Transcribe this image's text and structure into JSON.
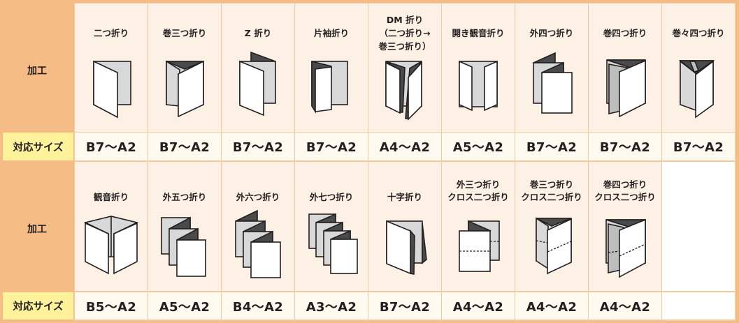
{
  "table": {
    "row_label_process": "加工",
    "row_label_size": "対応サイズ",
    "blocks": [
      {
        "items": [
          {
            "title_lines": [
              "二つ折り"
            ],
            "icon": "two-fold-icon",
            "size": "B7～A2"
          },
          {
            "title_lines": [
              "巻三つ折り"
            ],
            "icon": "roll-tri-fold-icon",
            "size": "B7～A2"
          },
          {
            "title_lines": [
              "Z 折り"
            ],
            "icon": "z-fold-icon",
            "size": "B7～A2"
          },
          {
            "title_lines": [
              "片袖折り"
            ],
            "icon": "single-sleeve-fold-icon",
            "size": "B7～A2"
          },
          {
            "title_lines": [
              "DM 折り",
              "（二つ折り→",
              "巻三つ折り）"
            ],
            "icon": "dm-fold-icon",
            "size": "A4～A2"
          },
          {
            "title_lines": [
              "開き観音折り"
            ],
            "icon": "open-gate-fold-icon",
            "size": "A5～A2"
          },
          {
            "title_lines": [
              "外四つ折り"
            ],
            "icon": "accordion-four-fold-icon",
            "size": "B7～A2"
          },
          {
            "title_lines": [
              "巻四つ折り"
            ],
            "icon": "roll-four-fold-icon",
            "size": "B7～A2"
          },
          {
            "title_lines": [
              "巻々四つ折り"
            ],
            "icon": "double-roll-four-fold-icon",
            "size": "B7～A2"
          }
        ]
      },
      {
        "items": [
          {
            "title_lines": [
              "観音折り"
            ],
            "icon": "gate-fold-icon",
            "size": "B5～A2"
          },
          {
            "title_lines": [
              "外五つ折り"
            ],
            "icon": "accordion-five-fold-icon",
            "size": "A5～A2"
          },
          {
            "title_lines": [
              "外六つ折り"
            ],
            "icon": "accordion-six-fold-icon",
            "size": "B4～A2"
          },
          {
            "title_lines": [
              "外七つ折り"
            ],
            "icon": "accordion-seven-fold-icon",
            "size": "A3～A2"
          },
          {
            "title_lines": [
              "十字折り"
            ],
            "icon": "cross-fold-icon",
            "size": "B7～A2"
          },
          {
            "title_lines": [
              "外三つ折り",
              "クロス二つ折り"
            ],
            "icon": "accordion-tri-cross-fold-icon",
            "size": "A4～A2"
          },
          {
            "title_lines": [
              "巻三つ折り",
              "クロス二つ折り"
            ],
            "icon": "roll-tri-cross-fold-icon",
            "size": "A4～A2"
          },
          {
            "title_lines": [
              "巻四つ折り",
              "クロス二つ折り"
            ],
            "icon": "roll-four-cross-fold-icon",
            "size": "A4～A2"
          }
        ]
      }
    ]
  },
  "colors": {
    "frame_orange": "#f6bc85",
    "grid_line": "#f4c9a0",
    "fold_cell_bg": "#fdf1e6",
    "size_cell_bg": "#fffaef",
    "size_label_bg": "#fff29a",
    "panel_dark": "#4a4a4a",
    "panel_gray": "#d8d8d8",
    "text": "#231f20"
  }
}
